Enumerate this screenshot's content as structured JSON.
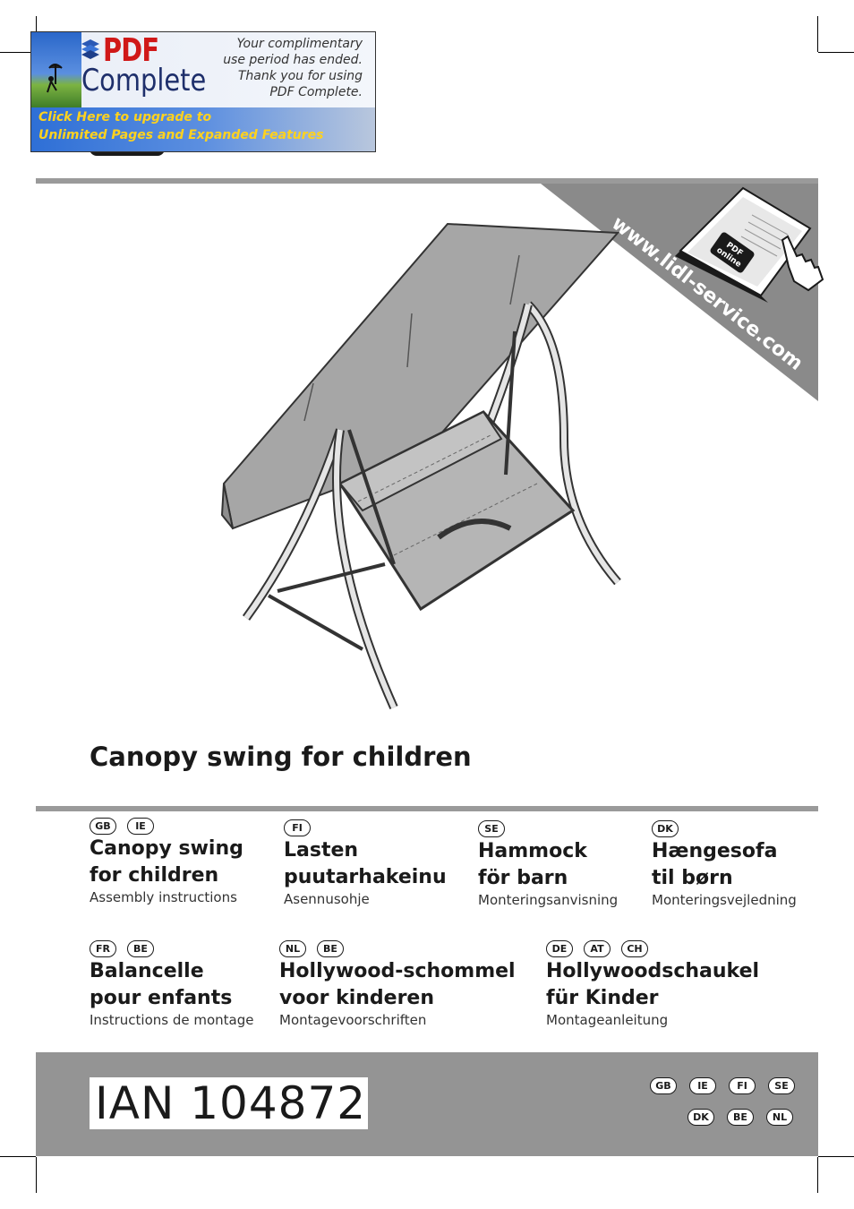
{
  "banner": {
    "brand_pdf": "PDF",
    "brand_complete": "Complete",
    "message_lines": [
      "Your complimentary",
      "use period has ended.",
      "Thank you for using",
      "PDF Complete."
    ],
    "upgrade_lines": [
      "Click Here to upgrade to",
      "Unlimited Pages and Expanded Features"
    ]
  },
  "service": {
    "url": "www.lidl-service.com",
    "badge_line1": "PDF",
    "badge_line2": "online"
  },
  "product": {
    "title": "Canopy swing for children"
  },
  "languages": [
    {
      "flags": [
        "GB",
        "IE"
      ],
      "title_line1": "Canopy swing",
      "title_line2": "for children",
      "subtitle": "Assembly instructions"
    },
    {
      "flags": [
        "FI"
      ],
      "title_line1": "Lasten",
      "title_line2": "puutarhakeinu",
      "subtitle": "Asennusohje"
    },
    {
      "flags": [
        "SE"
      ],
      "title_line1": "Hammock",
      "title_line2": "för barn",
      "subtitle": "Monteringsanvisning"
    },
    {
      "flags": [
        "DK"
      ],
      "title_line1": "Hængesofa",
      "title_line2": "til børn",
      "subtitle": "Monteringsvejledning"
    },
    {
      "flags": [
        "FR",
        "BE"
      ],
      "title_line1": "Balancelle",
      "title_line2": "pour enfants",
      "subtitle": "Instructions de montage"
    },
    {
      "flags": [
        "NL",
        "BE"
      ],
      "title_line1": "Hollywood-schommel",
      "title_line2": "voor kinderen",
      "subtitle": "Montagevoorschriften"
    },
    {
      "flags": [
        "DE",
        "AT",
        "CH"
      ],
      "title_line1": "Hollywoodschaukel",
      "title_line2": "für Kinder",
      "subtitle": "Montageanleitung"
    }
  ],
  "footer": {
    "ian": "IAN 104872",
    "flags_row1": [
      "GB",
      "IE",
      "FI",
      "SE"
    ],
    "flags_row2": [
      "DK",
      "BE",
      "NL"
    ]
  },
  "colors": {
    "rule": "#9a9a9a",
    "footer": "#949494",
    "wedge": "#8a8a8a",
    "canopy": "#a6a6a6",
    "seat": "#b5b5b5"
  }
}
